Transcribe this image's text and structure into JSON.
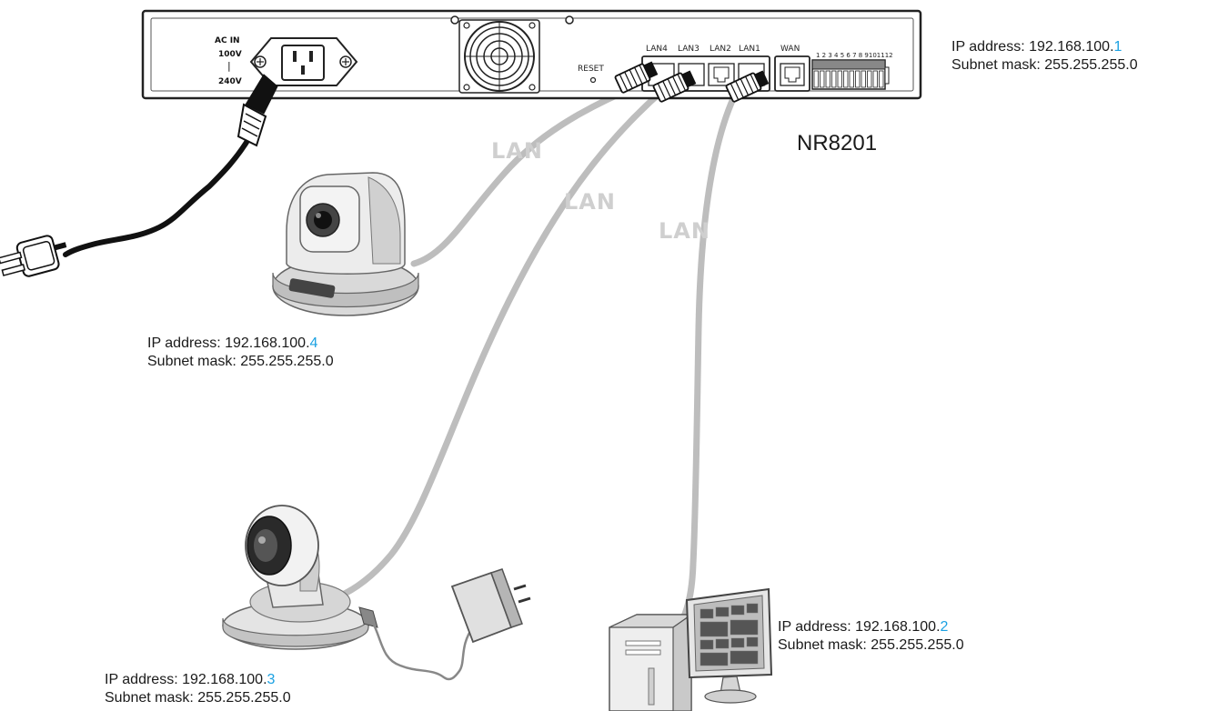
{
  "device": {
    "model": "NR8201",
    "ip_label": "IP address: 192.168.100.",
    "ip_suffix": "1",
    "subnet": "Subnet mask: 255.255.255.0",
    "panel": {
      "ac_in": "AC IN",
      "v_high": "100V",
      "v_sep": "|",
      "v_low": "240V",
      "reset": "RESET",
      "ports": [
        "LAN4",
        "LAN3",
        "LAN2",
        "LAN1",
        "WAN"
      ],
      "terminal_numbers": "1 2 3 4 5 6 7 8 9101112"
    }
  },
  "connections": [
    {
      "label": "LAN"
    },
    {
      "label": "LAN"
    },
    {
      "label": "LAN"
    }
  ],
  "nodes": [
    {
      "ip_label": "IP address: 192.168.100.",
      "ip_suffix": "4",
      "subnet": "Subnet mask: 255.255.255.0"
    },
    {
      "ip_label": "IP address: 192.168.100.",
      "ip_suffix": "3",
      "subnet": "Subnet mask: 255.255.255.0"
    },
    {
      "ip_label": "IP address: 192.168.100.",
      "ip_suffix": "2",
      "subnet": "Subnet mask: 255.255.255.0"
    }
  ],
  "colors": {
    "highlight": "#1ba1e2",
    "cable": "#bdbdbd",
    "outline": "#222222"
  }
}
